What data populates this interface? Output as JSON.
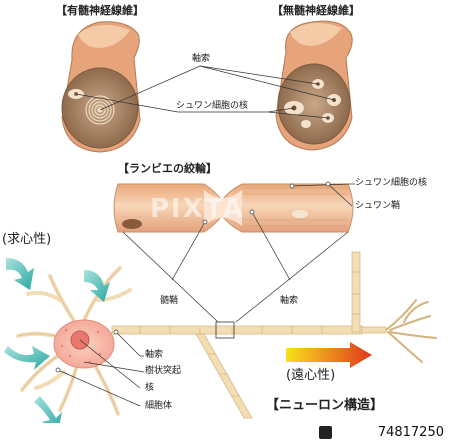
{
  "titles": {
    "myelinated": "【有髄神経線維】",
    "unmyelinated": "【無髄神経線維】",
    "ranvier": "【ランビエの絞輪】",
    "neuron_structure": "【ニューロン構造】"
  },
  "labels": {
    "axon_top": "軸索",
    "schwann_nucleus_top": "シュワン細胞の核",
    "schwann_nucleus_mid": "シュワン細胞の核",
    "schwann_sheath": "シュワン鞘",
    "myelin_sheath": "髄鞘",
    "axon_mid": "軸索",
    "axon_neuron": "軸索",
    "dendrite": "樹状突起",
    "nucleus": "核",
    "cell_body": "細胞体",
    "centripetal": "(求心性)",
    "centrifugal": "(遠心性)"
  },
  "watermark": "PIXTA",
  "footer": {
    "image_id": "74817250"
  },
  "colors": {
    "fiber_skin": "#f2c39c",
    "fiber_dark": "#c8916a",
    "core": "#a07a5c",
    "axon_line": "#f0d9b0",
    "soma": "#f7b8a8",
    "nucleus": "#e87a72",
    "arrow_teal": "#4bbfb8",
    "arrow_grad_start": "#f7e21a",
    "arrow_grad_end": "#e0361e"
  }
}
